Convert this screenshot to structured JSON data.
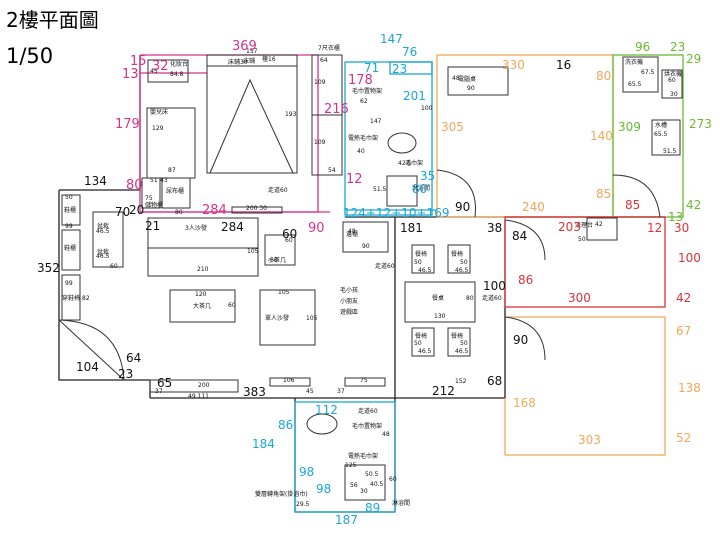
{
  "header": {
    "title": "2樓平面圖",
    "scale": "1/50"
  },
  "colors": {
    "wall": "#222222",
    "bedroom": "#d6338b",
    "bathroom": "#1ba7d6",
    "study": "#f0a85a",
    "storage": "#6bb833",
    "balcony": "#d9333a",
    "furniture": "#333333"
  },
  "labels": {
    "makeup_table": "化妝台",
    "bed": "床鋪",
    "closet": "7尺衣櫃",
    "baby_bed": "嬰兒床",
    "drawer_cabinet": "尿布櫃",
    "storage_cabinet": "儲物櫃",
    "towel_rack": "毛巾置物架",
    "heated_towel": "電熱毛巾架",
    "toilet_paper": "毛巾架",
    "shower": "淋浴間",
    "computer_desk": "電腦桌",
    "washer": "洗衣機",
    "dryer": "烘衣機",
    "water_tank": "水槽",
    "three_sofa": "3人沙發",
    "small_table": "小茶几",
    "big_table": "大茶几",
    "single_sofa": "單人沙發",
    "kids_play": "毛小孩\n小朋友\n遊戲區",
    "shoe_cabinet": "鞋櫃",
    "tv_cabinet": "鞋櫃",
    "shoe_bench": "穿鞋椅",
    "plant": "盆栽",
    "side_cabinet": "邊櫃",
    "dining_table": "餐桌",
    "dining_chair": "餐椅",
    "corridor": "走道60",
    "bath_towel2": "毛巾置物架",
    "heated_towel2": "電熱毛巾架",
    "toilet_shelf": "雙層轉角架(掛浴巾)",
    "wash": "淋浴間",
    "lamp": "檯燈",
    "tall_cab": "高櫃",
    "counter": "流理台"
  },
  "dims": {
    "pink": [
      "15",
      "32",
      "369",
      "13",
      "179",
      "216",
      "80",
      "284",
      "90",
      "178",
      "12"
    ],
    "blue": [
      "147",
      "76",
      "71",
      "23",
      "201",
      "35",
      "80",
      "124+12+10+169",
      "112",
      "86",
      "184",
      "98",
      "98",
      "187",
      "89"
    ],
    "orange": [
      "330",
      "80",
      "305",
      "140",
      "85",
      "240",
      "203",
      "67",
      "138",
      "52",
      "168",
      "303"
    ],
    "green": [
      "96",
      "23",
      "29",
      "309",
      "273",
      "42",
      "13"
    ],
    "red": [
      "85",
      "12",
      "30",
      "86",
      "100",
      "300",
      "42"
    ],
    "black": [
      "134",
      "70",
      "20",
      "352",
      "21",
      "284",
      "181",
      "38",
      "84",
      "100",
      "90",
      "104",
      "64",
      "23",
      "65",
      "383",
      "212",
      "68",
      "90",
      "16",
      "60"
    ]
  }
}
